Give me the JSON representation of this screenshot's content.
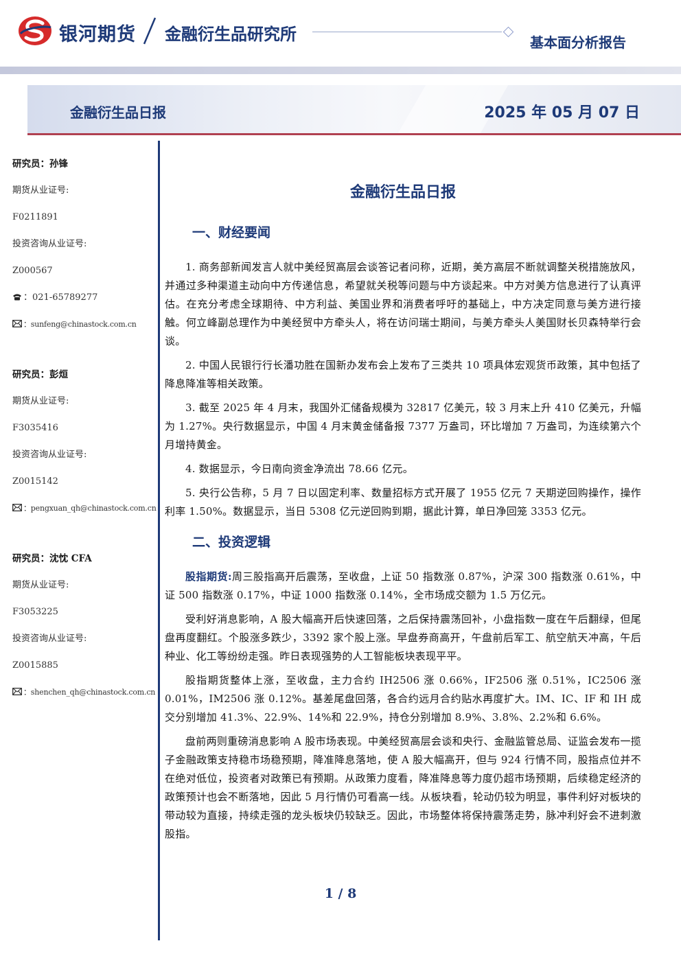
{
  "header": {
    "brand": "银河期货",
    "institute": "金融衍生品研究所",
    "report_type": "基本面分析报告",
    "brand_color": "#1e3a78",
    "logo_color": "#d62b2b",
    "logo_icon": "galaxy-s-logo-icon"
  },
  "banner": {
    "title": "金融衍生品日报",
    "date": "2025 年 05 月 07 日"
  },
  "researchers": [
    {
      "name": "研究员：孙锋",
      "futures_label": "期货从业证号:",
      "futures_id": "F0211891",
      "consult_label": "投资咨询从业证号:",
      "consult_id": "Z000567",
      "phone": "：021-65789277",
      "email": "：sunfeng@chinastock.com.cn"
    },
    {
      "name": "研究员：彭烜",
      "futures_label": "期货从业证号:",
      "futures_id": "F3035416",
      "consult_label": "投资咨询从业证号:",
      "consult_id": "Z0015142",
      "email": "：pengxuan_qh@chinastock.com.cn"
    },
    {
      "name": "研究员：沈忱 CFA",
      "futures_label": "期货从业证号:",
      "futures_id": "F3053225",
      "consult_label": "投资咨询从业证号:",
      "consult_id": "Z0015885",
      "email": "：shenchen_qh@chinastock.com.cn"
    }
  ],
  "main": {
    "title": "金融衍生品日报",
    "sec1": {
      "heading": "一、财经要闻",
      "paras": [
        "1. 商务部新闻发言人就中美经贸高层会谈答记者问称，近期，美方高层不断就调整关税措施放风，并通过多种渠道主动向中方传递信息，希望就关税等问题与中方谈起来。中方对美方信息进行了认真评估。在充分考虑全球期待、中方利益、美国业界和消费者呼吁的基础上，中方决定同意与美方进行接触。何立峰副总理作为中美经贸中方牵头人，将在访问瑞士期间，与美方牵头人美国财长贝森特举行会谈。",
        "2. 中国人民银行行长潘功胜在国新办发布会上发布了三类共 10 项具体宏观货币政策，其中包括了降息降准等相关政策。",
        "3. 截至 2025 年 4 月末，我国外汇储备规模为 32817 亿美元，较 3 月末上升 410 亿美元，升幅为 1.27%。央行数据显示，中国 4 月末黄金储备报 7377 万盎司，环比增加 7 万盎司，为连续第六个月增持黄金。",
        "4. 数据显示，今日南向资金净流出 78.66 亿元。",
        "5. 央行公告称，5 月 7 日以固定利率、数量招标方式开展了 1955 亿元 7 天期逆回购操作，操作利率 1.50%。数据显示，当日 5308 亿元逆回购到期，据此计算，单日净回笼 3353 亿元。"
      ]
    },
    "sec2": {
      "heading": "二、投资逻辑",
      "lead": "股指期货:",
      "lead_text": "周三股指高开后震荡，至收盘，上证 50 指数涨 0.87%，沪深 300 指数涨 0.61%，中证 500 指数涨 0.17%，中证 1000 指数涨 0.14%，全市场成交额为 1.5 万亿元。",
      "paras": [
        "受利好消息影响，A 股大幅高开后快速回落，之后保持震荡回补，小盘指数一度在午后翻绿，但尾盘再度翻红。个股涨多跌少，3392 家个股上涨。早盘券商高开，午盘前后军工、航空航天冲高，午后种业、化工等纷纷走强。昨日表现强势的人工智能板块表现平平。",
        "股指期货整体上涨，至收盘，主力合约 IH2506 涨 0.66%，IF2506 涨 0.51%，IC2506 涨 0.01%，IM2506 涨 0.12%。基差尾盘回落，各合约远月合约贴水再度扩大。IM、IC、IF 和 IH 成交分别增加 41.3%、22.9%、14%和 22.9%，持仓分别增加 8.9%、3.8%、2.2%和 6.6%。",
        "盘前两则重磅消息影响 A 股市场表现。中美经贸高层会谈和央行、金融监管总局、证监会发布一揽子金融政策支持稳市场稳预期，降准降息落地，使 A 股大幅高开，但与 924 行情不同，股指点位并不在绝对低位，投资者对政策已有预期。从政策力度看，降准降息等力度仍超市场预期，后续稳定经济的政策预计也会不断落地，因此 5 月行情仍可看高一线。从板块看，轮动仍较为明显，事件利好对板块的带动较为直接，持续走强的龙头板块仍较缺乏。因此，市场整体将保持震荡走势，脉冲利好会不进刺激股指。"
      ]
    }
  },
  "footer": {
    "page": "1 / 8"
  }
}
